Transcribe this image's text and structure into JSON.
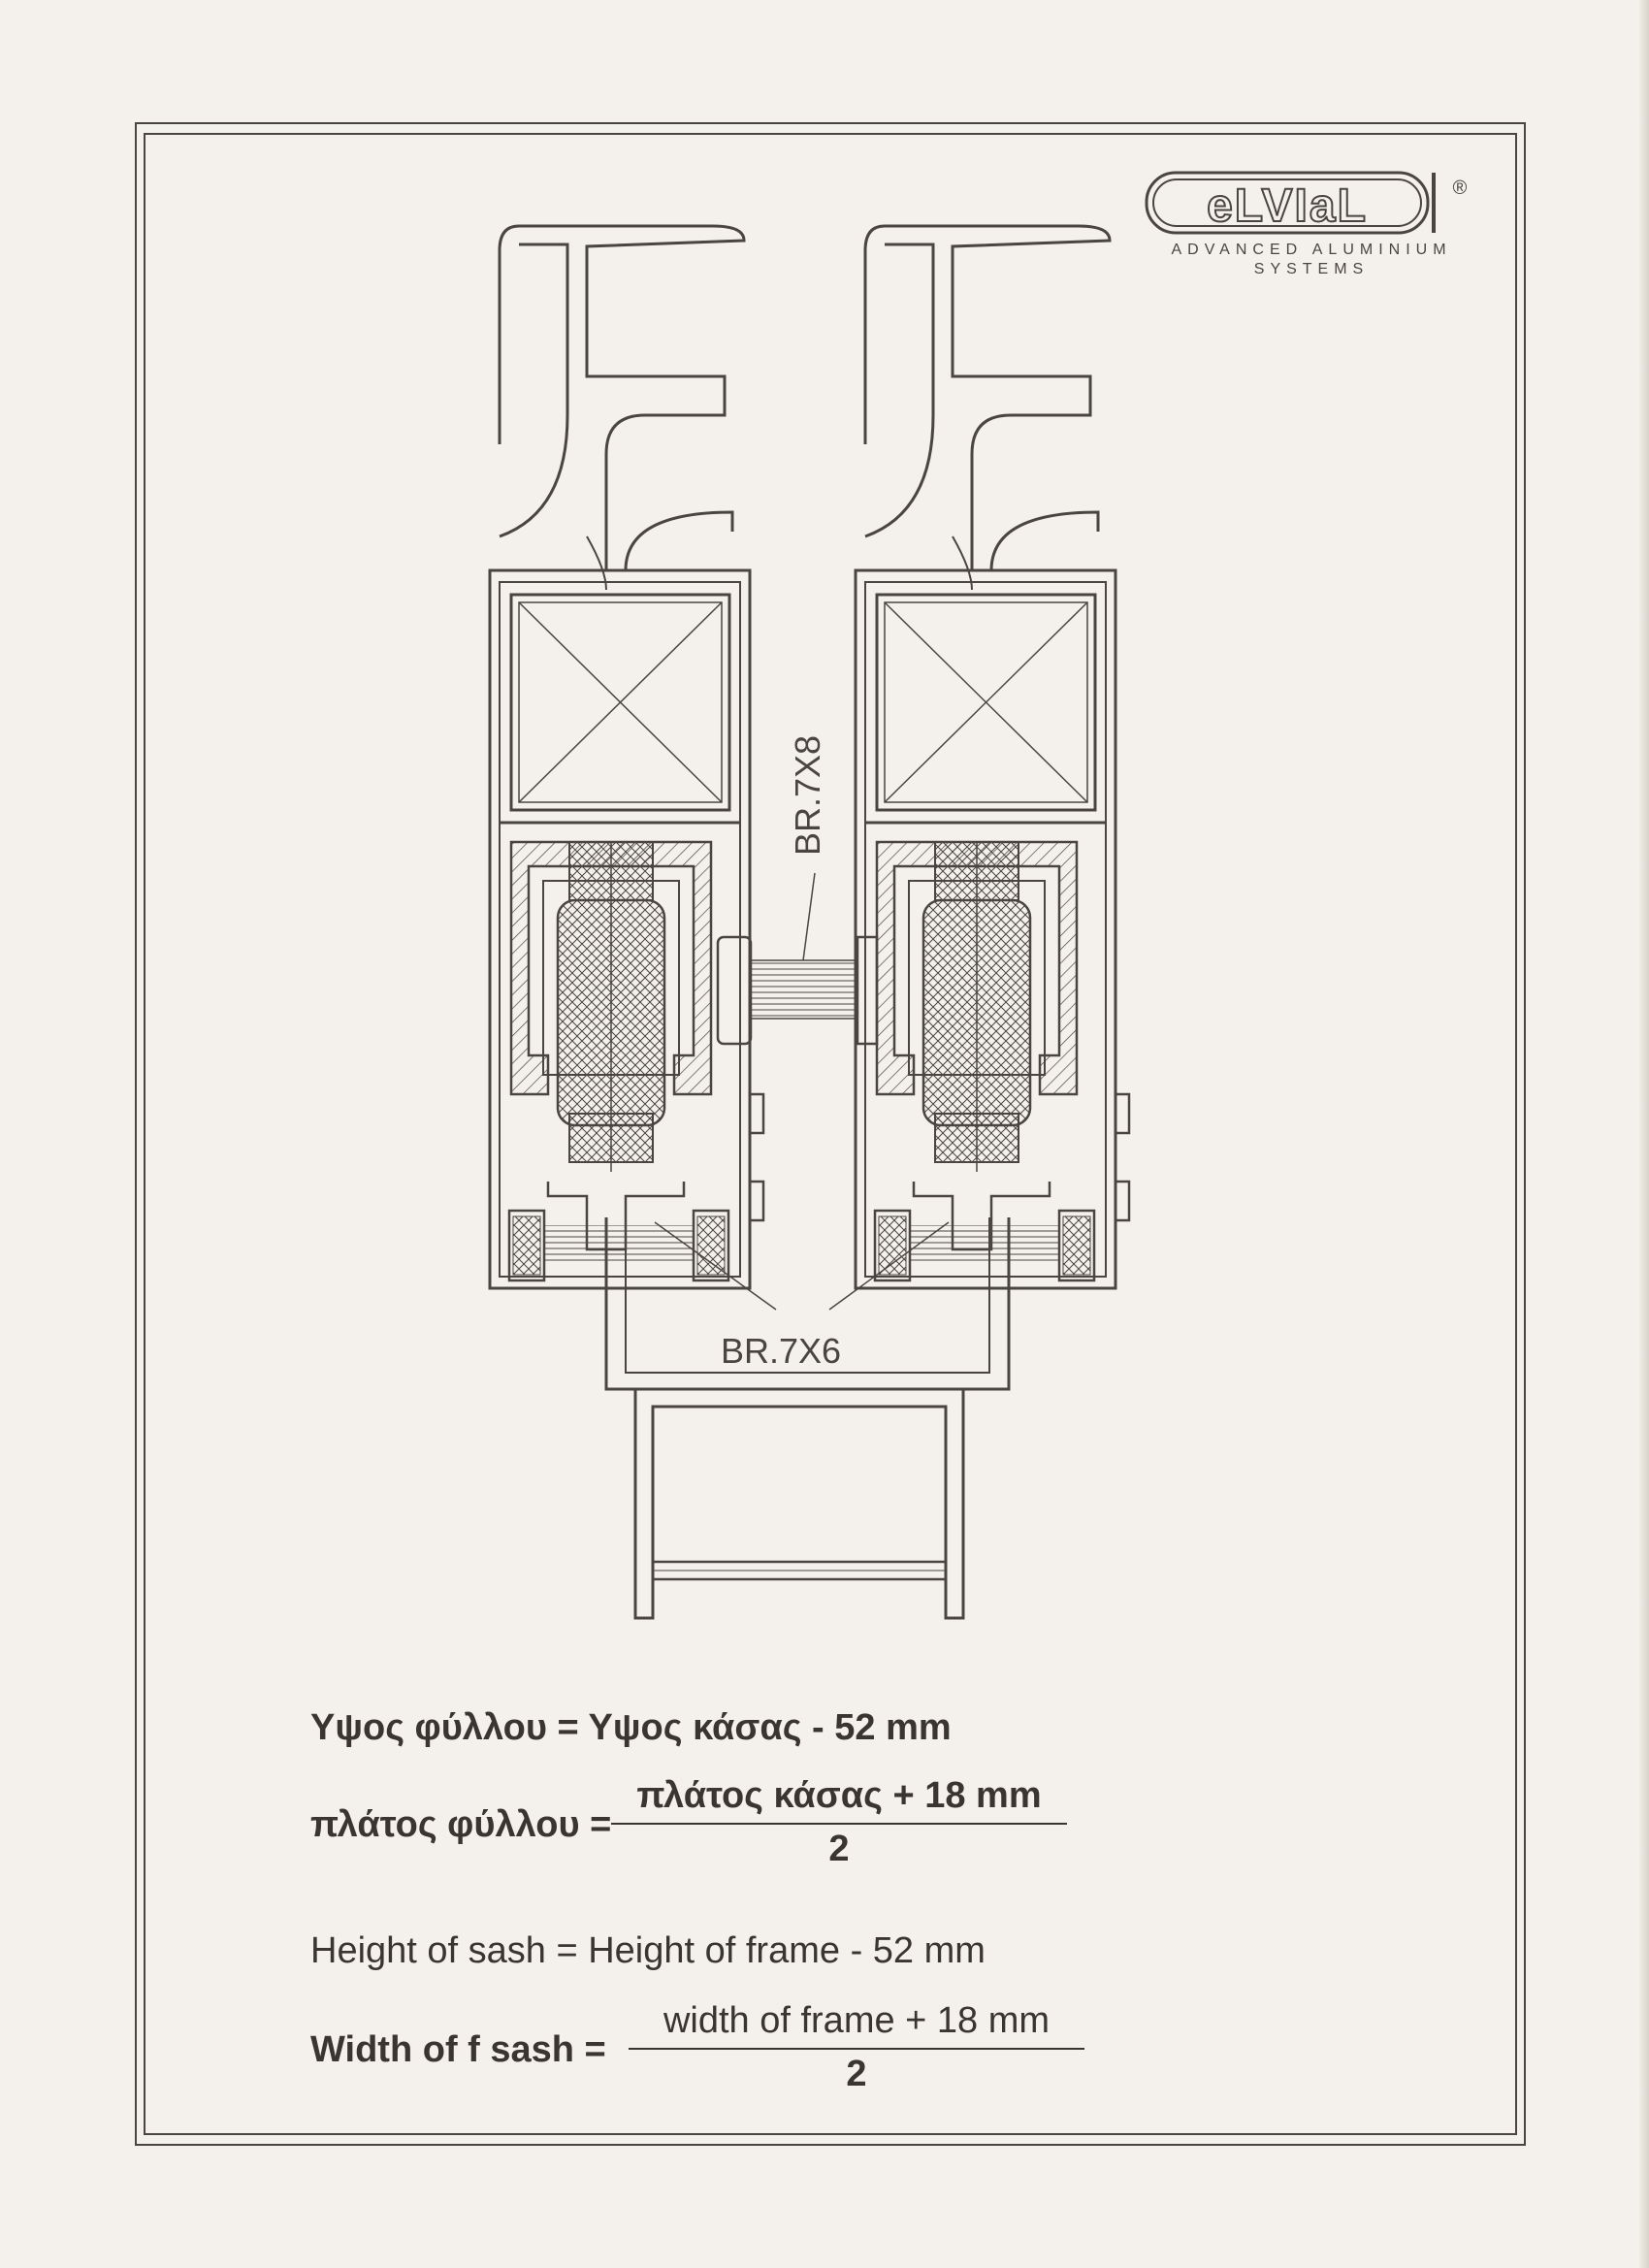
{
  "brand": {
    "name": "eLVIaL",
    "registered_mark": "®",
    "tagline_line1": "ADVANCED ALUMINIUM",
    "tagline_line2": "SYSTEMS"
  },
  "drawing": {
    "label_gasket_vertical": "BR.7X8",
    "label_gasket_bottom": "BR.7X6"
  },
  "formulas": {
    "gr_height": "Υψος φύλλου = Υψος κάσας - 52 mm",
    "gr_width_lhs": "πλάτος φύλλου =",
    "gr_width_num": "πλάτος κάσας + 18 mm",
    "gr_width_den": "2",
    "en_height": "Height of  sash = Height of frame - 52 mm",
    "en_width_lhs": "Width of f sash =",
    "en_width_num": "width of frame + 18 mm",
    "en_width_den": "2"
  },
  "colors": {
    "ink": "#4a4540",
    "paper": "#f4f1ec"
  }
}
